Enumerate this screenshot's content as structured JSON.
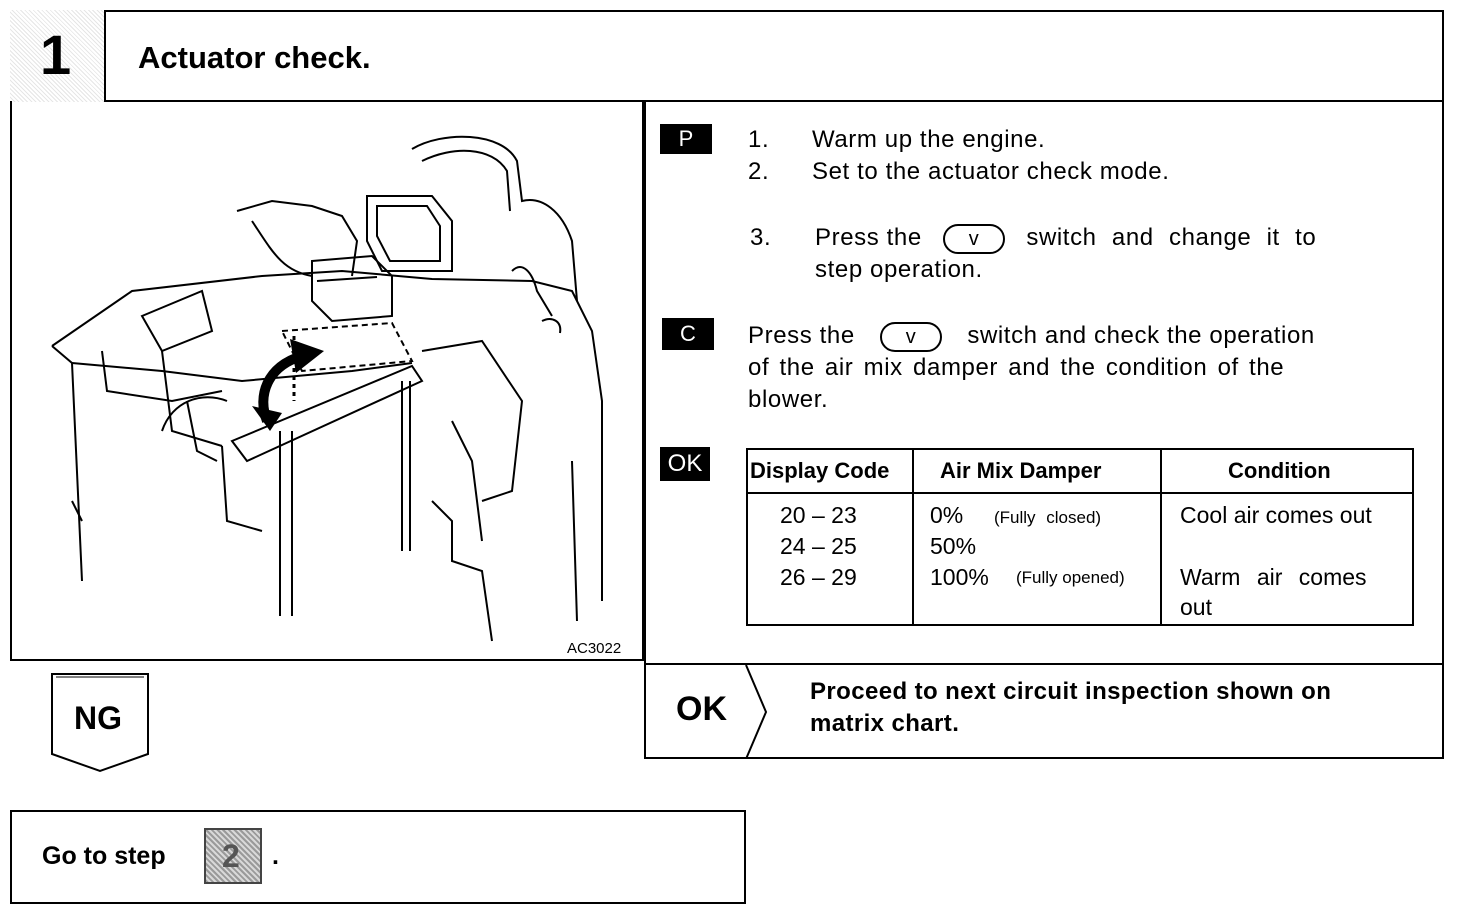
{
  "header": {
    "step_number": "1",
    "title": "Actuator check."
  },
  "figure": {
    "code": "AC3022"
  },
  "procedure": {
    "badge": "P",
    "items": [
      {
        "num": "1.",
        "text": "Warm up the engine."
      },
      {
        "num": "2.",
        "text": "Set to the actuator check mode."
      },
      {
        "num": "3.",
        "text_before": "Press the",
        "text_after": "switch and change it to",
        "text_line2": "step operation."
      }
    ]
  },
  "check": {
    "badge": "C",
    "before": "Press the",
    "after": "switch and check the operation",
    "line2": "of the air mix damper and the condition of the",
    "line3": "blower."
  },
  "switch_key": {
    "symbol": "v"
  },
  "ok_table": {
    "badge": "OK",
    "headers": [
      "Display Code",
      "Air Mix Damper",
      "Condition"
    ],
    "rows": [
      {
        "code": "20 – 23",
        "damper": "0%",
        "damper_note": "(Fully closed)",
        "condition": "Cool air comes out"
      },
      {
        "code": "24 – 25",
        "damper": "50%",
        "damper_note": "",
        "condition": ""
      },
      {
        "code": "26 – 29",
        "damper": "100%",
        "damper_note": "(Fully opened)",
        "condition": "Warm air comes",
        "condition_line2": "out"
      }
    ]
  },
  "result_ok": {
    "label": "OK",
    "line1": "Proceed to next circuit inspection shown on",
    "line2": "matrix chart."
  },
  "result_ng": {
    "label": "NG"
  },
  "goto": {
    "text": "Go to step",
    "step": "2",
    "end": "."
  }
}
